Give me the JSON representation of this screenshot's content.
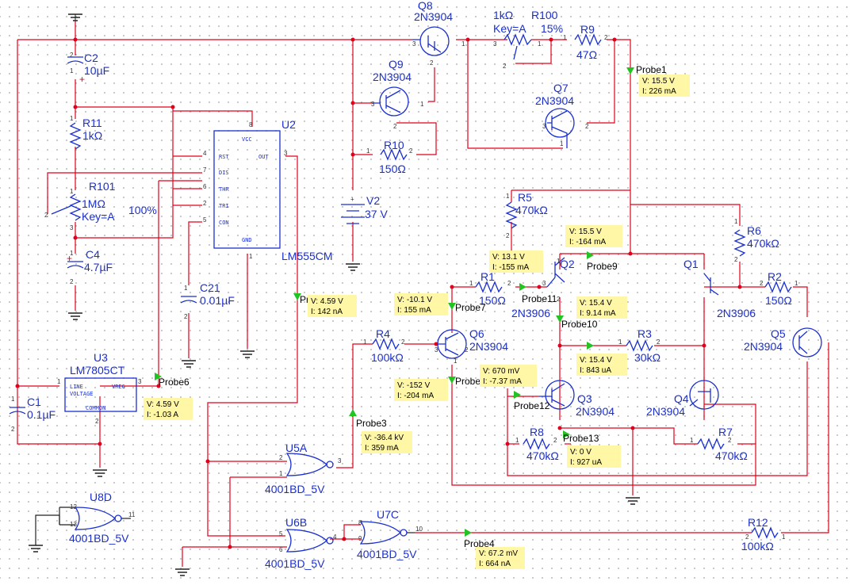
{
  "components": {
    "Q8": {
      "ref": "Q8",
      "model": "2N3904"
    },
    "Q9": {
      "ref": "Q9",
      "model": "2N3904"
    },
    "Q7": {
      "ref": "Q7",
      "model": "2N3904"
    },
    "Q2": {
      "ref": "Q2",
      "model": "2N3906"
    },
    "Q1": {
      "ref": "Q1",
      "model": "2N3906"
    },
    "Q6": {
      "ref": "Q6",
      "model": "2N3904"
    },
    "Q3": {
      "ref": "Q3",
      "model": "2N3904"
    },
    "Q4": {
      "ref": "Q4",
      "model": "2N3904"
    },
    "Q5": {
      "ref": "Q5",
      "model": "2N3904"
    },
    "R100": {
      "ref": "R100",
      "value": "1kΩ",
      "key": "Key=A",
      "pct": "15%"
    },
    "R9": {
      "ref": "R9",
      "value": "47Ω"
    },
    "R10": {
      "ref": "R10",
      "value": "150Ω"
    },
    "R11": {
      "ref": "R11",
      "value": "1kΩ"
    },
    "R101": {
      "ref": "R101",
      "value": "1MΩ",
      "key": "Key=A",
      "pct": "100%"
    },
    "R5": {
      "ref": "R5",
      "value": "470kΩ"
    },
    "R6": {
      "ref": "R6",
      "value": "470kΩ"
    },
    "R1": {
      "ref": "R1",
      "value": "150Ω"
    },
    "R2": {
      "ref": "R2",
      "value": "150Ω"
    },
    "R3": {
      "ref": "R3",
      "value": "30kΩ"
    },
    "R4": {
      "ref": "R4",
      "value": "100kΩ"
    },
    "R7": {
      "ref": "R7",
      "value": "470kΩ"
    },
    "R8": {
      "ref": "R8",
      "value": "470kΩ"
    },
    "R12": {
      "ref": "R12",
      "value": "100kΩ"
    },
    "C2": {
      "ref": "C2",
      "value": "10µF"
    },
    "C4": {
      "ref": "C4",
      "value": "4.7µF"
    },
    "C21": {
      "ref": "C21",
      "value": "0.01µF"
    },
    "C1": {
      "ref": "C1",
      "value": "0.1µF"
    },
    "V2": {
      "ref": "V2",
      "value": "37 V"
    },
    "U2": {
      "ref": "U2",
      "model": "LM555CM",
      "pins": [
        "VCC",
        "RST",
        "OUT",
        "DIS",
        "THR",
        "TRI",
        "CON",
        "GND"
      ]
    },
    "U3": {
      "ref": "U3",
      "model": "LM7805CT",
      "pins": [
        "LINE",
        "VOLTAGE",
        "VREG",
        "COMMON"
      ]
    },
    "U5A": {
      "ref": "U5A",
      "model": "4001BD_5V"
    },
    "U6B": {
      "ref": "U6B",
      "model": "4001BD_5V"
    },
    "U7C": {
      "ref": "U7C",
      "model": "4001BD_5V"
    },
    "U8D": {
      "ref": "U8D",
      "model": "4001BD_5V"
    }
  },
  "probes": [
    {
      "name": "Probe1",
      "v": "V: 15.5 V",
      "i": "I: 226 mA"
    },
    {
      "name": "Probe9",
      "v": "V: 15.5 V",
      "i": "I: -164 mA"
    },
    {
      "name": "Probe11",
      "v": "V: 13.1 V",
      "i": "I: -155 mA"
    },
    {
      "name": "Probe7",
      "v": "V: -10.1 V",
      "i": "I: 155 mA"
    },
    {
      "name": "Probe10",
      "v": "V: 15.4 V",
      "i": "I: 9.14 mA"
    },
    {
      "name": "",
      "v": "V: 15.4 V",
      "i": "I: 843 uA"
    },
    {
      "name": "Probe",
      "v": "V: 670 mV",
      "i": "I: -7.37 mA"
    },
    {
      "name": "",
      "v": "V: -152 V",
      "i": "I: -204 mA"
    },
    {
      "name": "Probe12",
      "v": "",
      "i": ""
    },
    {
      "name": "Probe13",
      "v": "V: 0 V",
      "i": "I: 927 uA"
    },
    {
      "name": "Pr",
      "v": "V: 4.59 V",
      "i": "I: 142 nA"
    },
    {
      "name": "Probe6",
      "v": "V: 4.59 V",
      "i": "I: -1.03 A"
    },
    {
      "name": "Probe3",
      "v": "V: -36.4 kV",
      "i": "I: 359 mA"
    },
    {
      "name": "Probe4",
      "v": "V: 67.2 mV",
      "i": "I: 664 nA"
    }
  ],
  "pins": {
    "q8": [
      "3",
      "1",
      "2"
    ],
    "r100": [
      "3",
      "1",
      "2"
    ],
    "r9": [
      "1",
      "2"
    ],
    "q9": [
      "3",
      "1",
      "2"
    ],
    "q7": [
      "3",
      "2",
      "1"
    ],
    "r10": [
      "1",
      "2"
    ],
    "r11": [
      "1"
    ],
    "c2": [
      "2",
      "1"
    ],
    "r101": [
      "2",
      "1",
      "3"
    ],
    "c4": [
      "1",
      "2"
    ],
    "c21": [
      "1",
      "2"
    ],
    "c1": [
      "1",
      "2"
    ],
    "r5": [
      "1",
      "2"
    ],
    "r6": [
      "1",
      "2"
    ],
    "r1": [
      "1",
      "2"
    ],
    "r2": [
      "2",
      "1"
    ],
    "r3": [
      "1",
      "2"
    ],
    "r4": [
      "1",
      "2"
    ],
    "r7": [
      "1",
      "2"
    ],
    "r8": [
      "1",
      "2"
    ],
    "r12": [
      "2",
      "1"
    ],
    "u5a": [
      "3",
      "2",
      "1"
    ],
    "u6b": [
      "4",
      "5",
      "6"
    ],
    "u7c": [
      "10",
      "8",
      "9"
    ],
    "u8d": [
      "11",
      "12",
      "13"
    ],
    "u2": [
      "8",
      "4",
      "7",
      "6",
      "2",
      "5",
      "3",
      "1"
    ],
    "u3": [
      "1",
      "3",
      "2"
    ],
    "v2": [
      "+"
    ],
    "q6": [
      "2",
      "3",
      "1"
    ],
    "q2": [
      "1",
      "3",
      "2"
    ]
  },
  "colors": {
    "wire": "#e0001b",
    "comp": "#1a2fd0",
    "probe_box": "#fff7a6",
    "probe_arrow": "#22c422"
  }
}
